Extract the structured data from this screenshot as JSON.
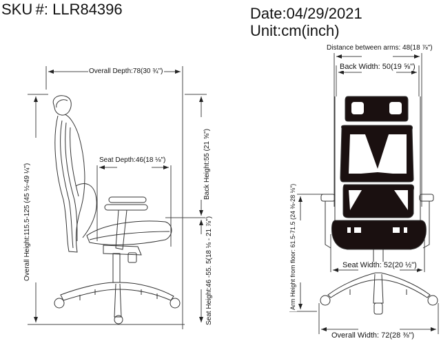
{
  "header": {
    "sku": "SKU #: LLR84396",
    "date": "Date:04/29/2021",
    "unit": "Unit:cm(inch)"
  },
  "side_view": {
    "overall_depth": "Overall Depth:78(30 ¾\")",
    "overall_height": "Overall Height:115.5-125  (45 ½-49 ¼\")",
    "seat_depth": "Seat Depth:46(18 ⅛\")",
    "back_height": "Back Height:55 (21 ⅝\")",
    "seat_height": "Seat Height:46 -55. 5(18 ⅛ - 21 ⅞\")"
  },
  "front_view": {
    "distance_between_arms": "Distance between arms: 48(18 ⅞\")",
    "back_width": "Back Width: 50(19 ⅝\")",
    "arm_height": "Arm Height from floor: 61.5-71.5  (24 ⅜-28 ⅛\")",
    "seat_width": "Seat Width: 52(20 ½\")",
    "overall_width": "Overall Width: 72(28 ⅜\")"
  },
  "colors": {
    "line": "#333333",
    "mesh": "#1a1010",
    "background": "#ffffff"
  }
}
